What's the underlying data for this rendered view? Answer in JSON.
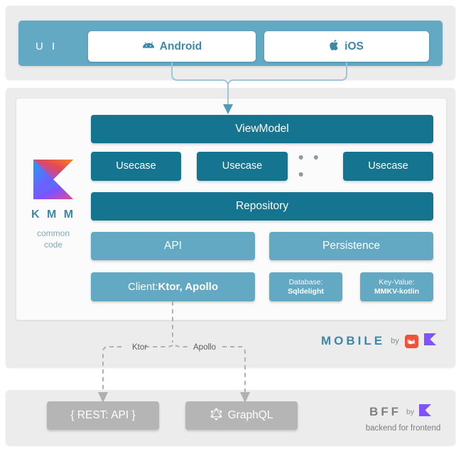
{
  "ui_section": {
    "label": "U I",
    "platforms": [
      {
        "name": "Android",
        "icon": "android-icon"
      },
      {
        "name": "iOS",
        "icon": "apple-icon"
      }
    ]
  },
  "kmm_section": {
    "logo_icon": "kotlin-logo-icon",
    "title": "K M M",
    "subtitle": "common\ncode",
    "subtitle_line1": "common",
    "subtitle_line2": "code",
    "layers": {
      "viewmodel": "ViewModel",
      "usecases": [
        "Usecase",
        "Usecase",
        "Usecase"
      ],
      "ellipsis": "• • •",
      "repository": "Repository",
      "api": "API",
      "persistence": "Persistence",
      "client": {
        "lead": "Client: ",
        "strong": "Ktor, Apollo"
      },
      "database": {
        "line1": "Database:",
        "line2": "Sqldelight"
      },
      "keyvalue": {
        "line1": "Key-Value:",
        "line2": "MMKV-kotlin"
      }
    },
    "badge": {
      "word": "MOBILE",
      "by": "by",
      "icons": [
        "swift-icon",
        "kotlin-k-icon"
      ]
    }
  },
  "connectors": {
    "ui_to_viewmodel": "merge-arrow",
    "ktor_label": "Ktor",
    "apollo_label": "Apollo"
  },
  "bff_section": {
    "boxes": [
      {
        "label": "{ REST: API }",
        "icon": null
      },
      {
        "label": "GraphQL",
        "icon": "graphql-icon"
      }
    ],
    "badge": {
      "word": "BFF",
      "by": "by",
      "icon": "kotlin-k-icon",
      "subtitle": "backend for frontend"
    }
  },
  "colors": {
    "panel_gray": "#ececec",
    "ui_blue": "#63a9c4",
    "teal": "#15748f",
    "light_blue": "#63a9c4",
    "gray_box": "#b5b5b5",
    "kotlin_purple": "#7f52ff",
    "swift_orange": "#f05138",
    "connector_gray": "#b0b0b0"
  }
}
